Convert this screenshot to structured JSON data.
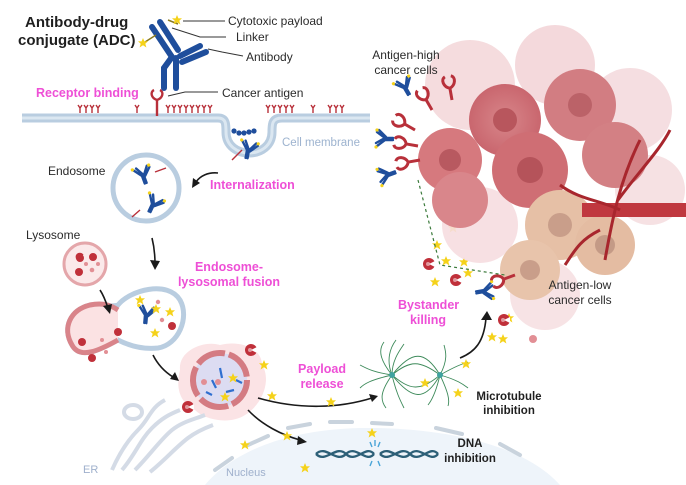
{
  "title": {
    "line1": "Antibody-drug",
    "line2": "conjugate (ADC)"
  },
  "adc_labels": {
    "payload": "Cytotoxic payload",
    "linker": "Linker",
    "antibody": "Antibody",
    "antigen": "Cancer antigen"
  },
  "steps": {
    "receptor_binding": "Receptor binding",
    "internalization": "Internalization",
    "fusion_line1": "Endosome-",
    "fusion_line2": "lysosomal fusion",
    "payload_line1": "Payload",
    "payload_line2": "release",
    "bystander_line1": "Bystander",
    "bystander_line2": "killing"
  },
  "structures": {
    "cell_membrane": "Cell membrane",
    "endosome": "Endosome",
    "lysosome": "Lysosome",
    "er": "ER",
    "nucleus": "Nucleus"
  },
  "tumor": {
    "high_line1": "Antigen-high",
    "high_line2": "cancer cells",
    "low_line1": "Antigen-low",
    "low_line2": "cancer cells"
  },
  "effects": {
    "microtubule_line1": "Microtubule",
    "microtubule_line2": "inhibition",
    "dna_line1": "DNA",
    "dna_line2": "inhibition"
  },
  "colors": {
    "step_label": "#ee4fd6",
    "antibody": "#1f4e9c",
    "payload": "#f5d21a",
    "antigen": "#b8303a",
    "membrane": "#b9cde0",
    "tumor_high": "#d27d82",
    "tumor_low": "#e6c0a6"
  }
}
